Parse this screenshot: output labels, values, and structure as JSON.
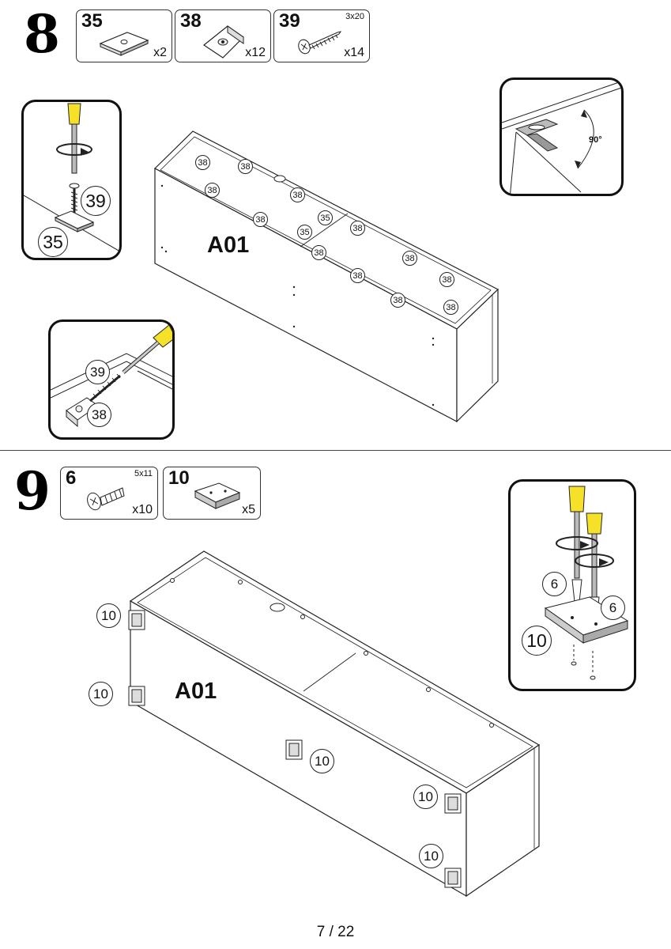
{
  "step8": {
    "number": "8",
    "parts": [
      {
        "id": "35",
        "qty": "x2"
      },
      {
        "id": "38",
        "qty": "x12"
      },
      {
        "id": "39",
        "size": "3x20",
        "qty": "x14"
      }
    ],
    "panel_label": "A01",
    "angle_label": "90°",
    "callouts_38_main": [
      "38",
      "38",
      "38",
      "38",
      "38",
      "38",
      "38",
      "38",
      "38",
      "38",
      "38",
      "38"
    ],
    "callouts_35_main": [
      "35",
      "35"
    ],
    "detail_left_top": {
      "screw": "39",
      "plate": "35"
    },
    "detail_left_bottom": {
      "screw": "39",
      "block": "38"
    }
  },
  "step9": {
    "number": "9",
    "parts": [
      {
        "id": "6",
        "size": "5x11",
        "qty": "x10"
      },
      {
        "id": "10",
        "qty": "x5"
      }
    ],
    "panel_label": "A01",
    "callouts_10_main": [
      "10",
      "10",
      "10",
      "10",
      "10"
    ],
    "detail_right": {
      "screw_a": "6",
      "screw_b": "6",
      "foot": "10"
    }
  },
  "page": {
    "number": "7 / 22"
  },
  "colors": {
    "handle_yellow": "#f5e12a",
    "metal_gray": "#9a9a9a",
    "line": "#222222"
  }
}
